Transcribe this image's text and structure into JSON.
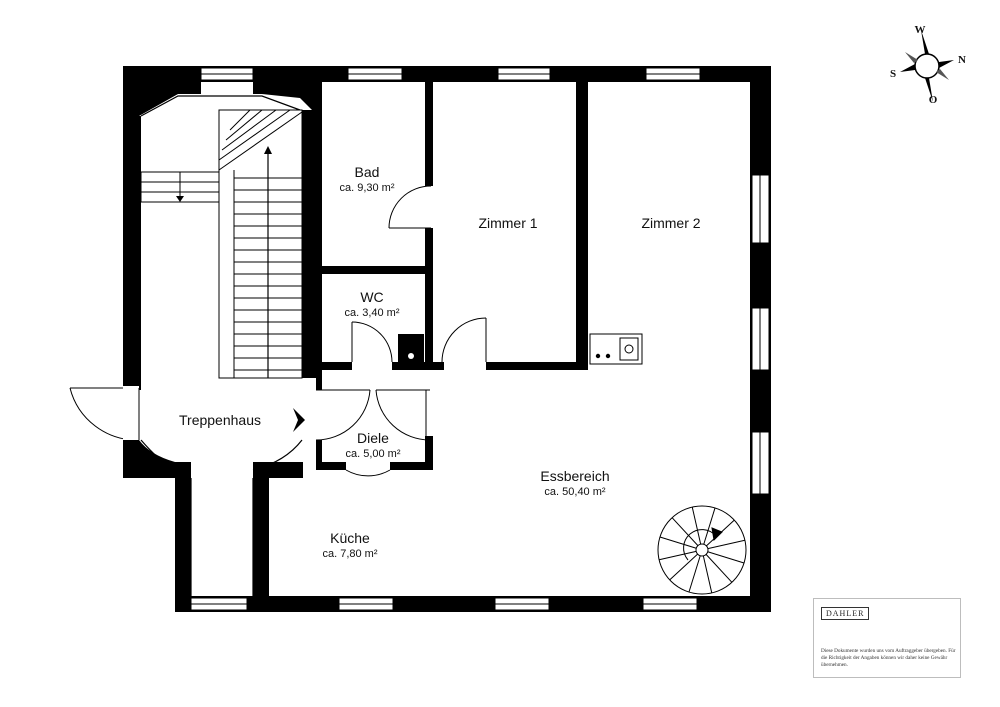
{
  "rooms": {
    "bad": {
      "name": "Bad",
      "area": "ca. 9,30 m²"
    },
    "zimmer1": {
      "name": "Zimmer 1"
    },
    "zimmer2": {
      "name": "Zimmer 2"
    },
    "wc": {
      "name": "WC",
      "area": "ca. 3,40 m²"
    },
    "treppenhaus": {
      "name": "Treppenhaus"
    },
    "diele": {
      "name": "Diele",
      "area": "ca. 5,00 m²"
    },
    "essbereich": {
      "name": "Essbereich",
      "area": "ca. 50,40 m²"
    },
    "kueche": {
      "name": "Küche",
      "area": "ca. 7,80 m²"
    }
  },
  "compass": {
    "w": "W",
    "n": "N",
    "s": "S",
    "o": "O"
  },
  "disclaimer": {
    "brand": "DAHLER",
    "text": "Diese Dokumente wurden uns vom Auftraggeber übergeben. Für die Richtigkeit der Angaben können wir daher keine Gewähr übernehmen."
  }
}
